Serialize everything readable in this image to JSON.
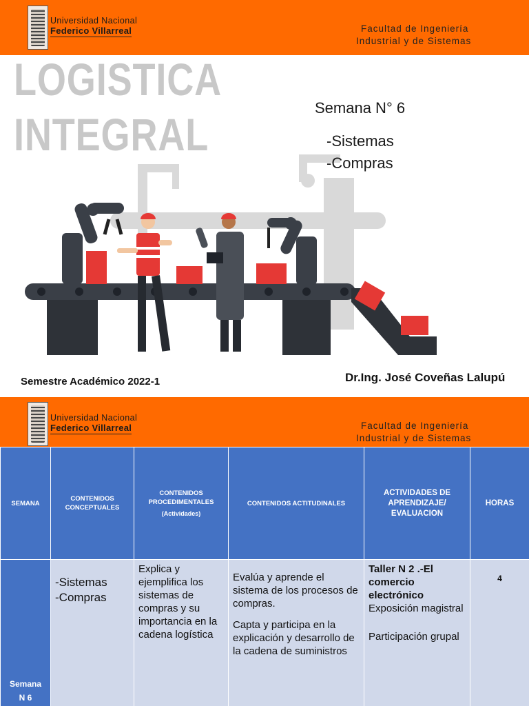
{
  "university": {
    "line1": "Universidad Nacional",
    "line2": "Federico Villarreal"
  },
  "faculty": {
    "line1": "Facultad de Ingeniería",
    "line2": "Industrial y de Sistemas"
  },
  "cover": {
    "title_line1": "LOGISTICA",
    "title_line2": "INTEGRAL",
    "semana": "Semana N° 6",
    "topics": [
      "-Sistemas",
      "-Compras"
    ],
    "semestre": "Semestre Académico 2022-1",
    "author": "Dr.Ing. José Coveñas Lalupú"
  },
  "table": {
    "headers": {
      "semana": "SEMANA",
      "conceptuales": "CONTENIDOS CONCEPTUALES",
      "procedimentales": "CONTENIDOS PROCEDIMENTALES",
      "procedimentales_sub": "(Actividades)",
      "actitudinales": "CONTENIDOS ACTITUDINALES",
      "actividades": "ACTIVIDADES DE APRENDIZAJE/ EVALUACION",
      "horas": "HORAS"
    },
    "row": {
      "semana_line1": "Semana",
      "semana_line2": "N 6",
      "conceptuales": [
        "-Sistemas",
        "-Compras"
      ],
      "procedimentales": "Explica y ejemplifica los sistemas de compras y su importancia en la cadena logística",
      "actitudinales_1": "Evalúa y aprende el sistema de los procesos de compras.",
      "actitudinales_2": "Capta y participa en la explicación y desarrollo de la cadena de suministros",
      "actividades_bold": " Taller N 2 .-El comercio electrónico",
      "actividades_2": "Exposición magistral",
      "actividades_3": "Participación grupal",
      "horas": "4"
    }
  },
  "colors": {
    "brand_orange": "#ff6a00",
    "table_header_blue": "#4472c4",
    "table_cell": "#d0d8ea",
    "title_gray": "#c8c8c8"
  },
  "icons": [
    "university-logo",
    "factory-illustration"
  ]
}
